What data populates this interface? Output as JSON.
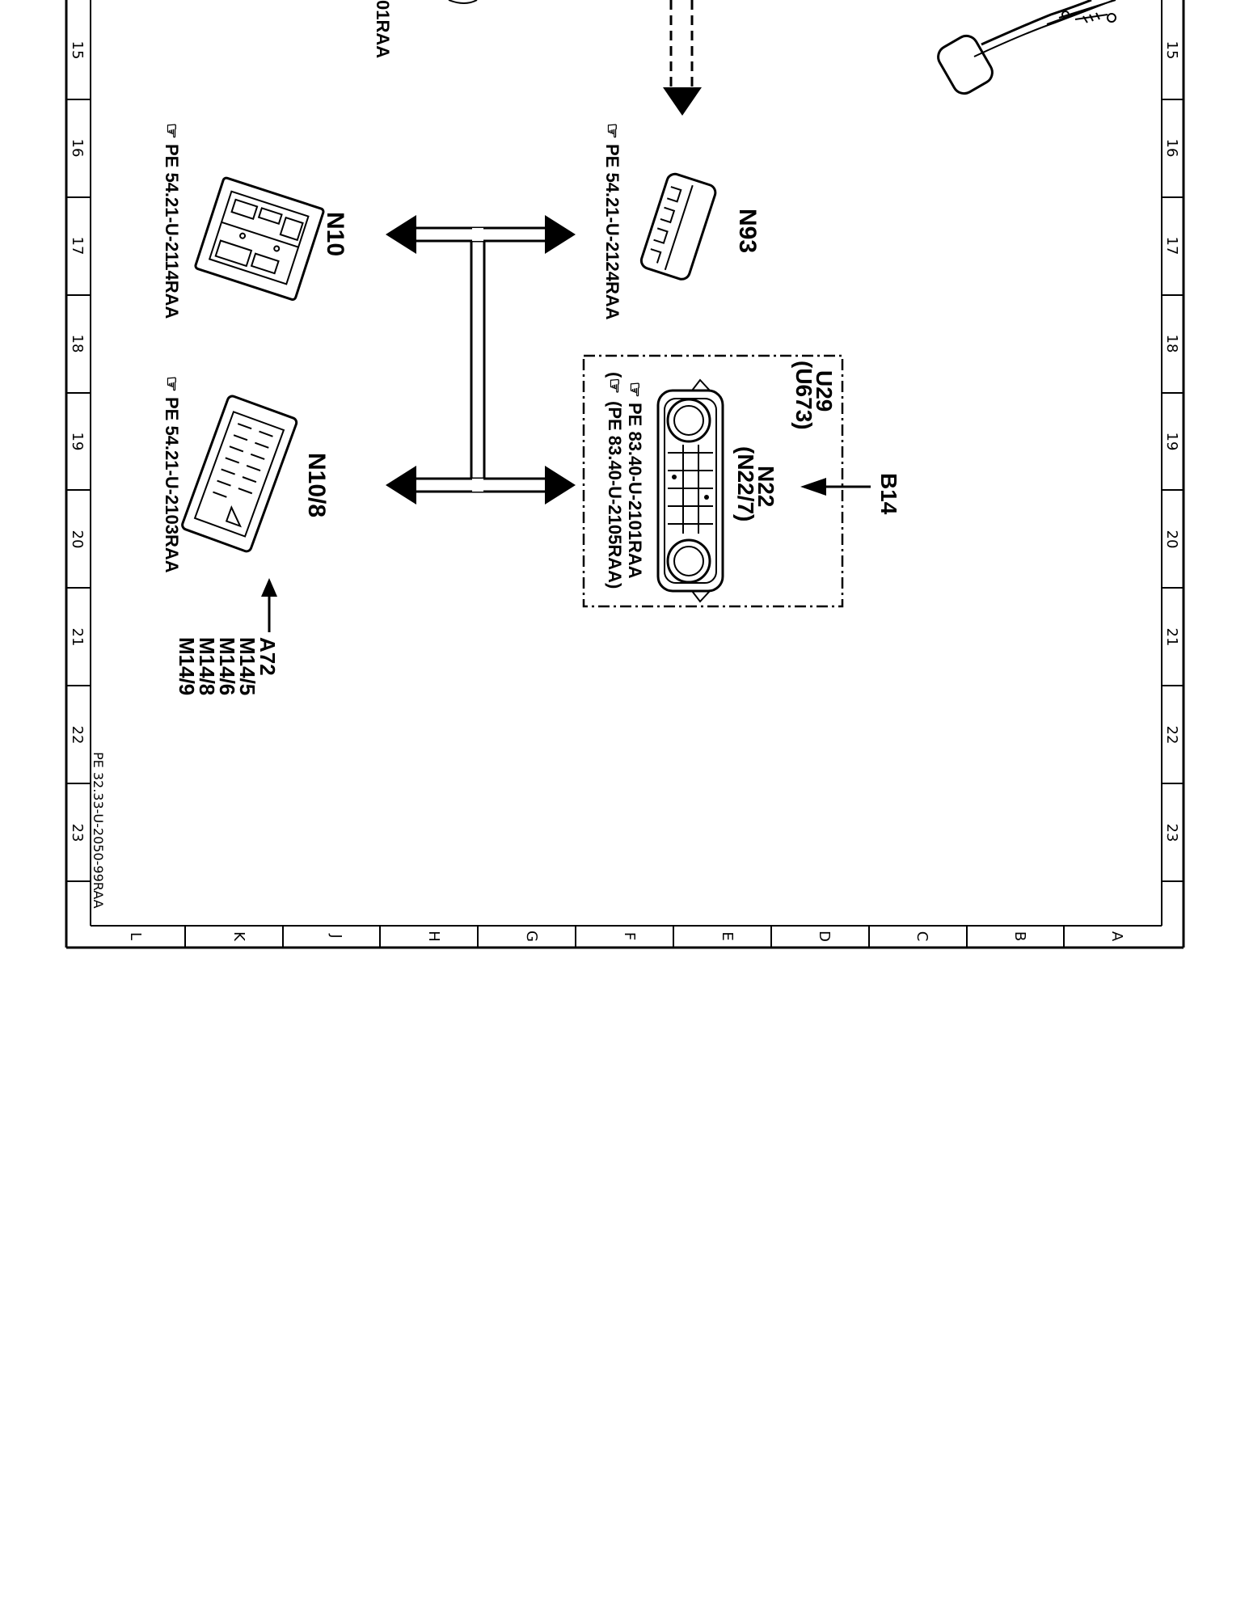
{
  "grid": {
    "row_labels": [
      "15",
      "16",
      "17",
      "18",
      "19",
      "20",
      "21",
      "22",
      "23"
    ],
    "col_labels": [
      "L",
      "K",
      "J",
      "H",
      "G",
      "F",
      "E",
      "D",
      "C",
      "B",
      "A"
    ]
  },
  "drawing_number": "PE 32.33-U-2050-99RAA",
  "top_partial_ref": "01RAA",
  "components": {
    "n10": {
      "label": "N10",
      "ref": "PE 54.21-U-2114RAA"
    },
    "n10_8": {
      "label": "N10/8",
      "ref": "PE 54.21-U-2103RAA",
      "inputs": [
        "A72",
        "M14/5",
        "M14/6",
        "M14/8",
        "M14/9"
      ]
    },
    "n93": {
      "label": "N93",
      "ref": "PE 54.21-U-2124RAA"
    },
    "n22": {
      "label": "N22",
      "label_alt": "(N22/7)",
      "ref": "PE 83.40-U-2101RAA",
      "ref_alt": "(PE 83.40-U-2105RAA)",
      "group": "U29",
      "group_alt": "(U673)",
      "input": "B14"
    }
  }
}
